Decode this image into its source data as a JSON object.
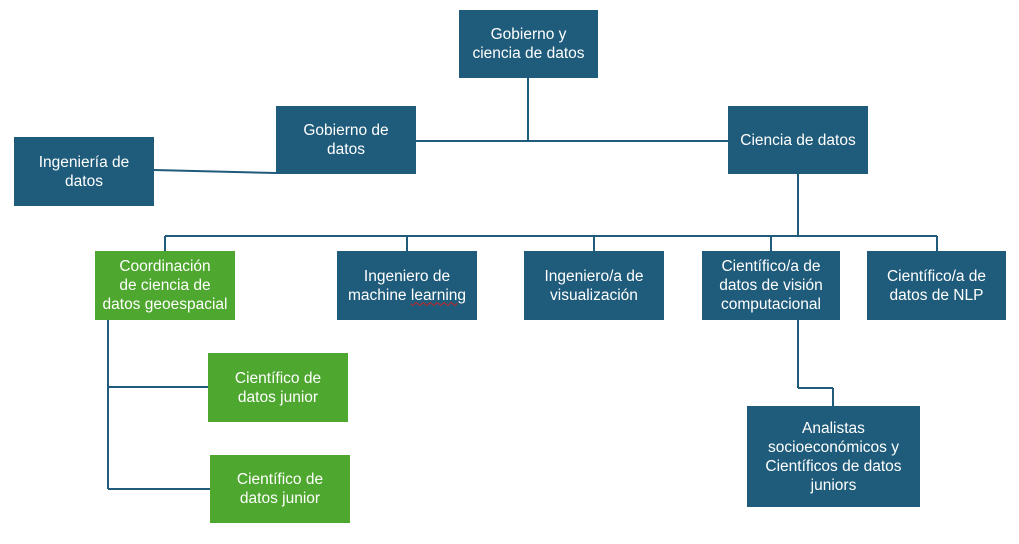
{
  "colors": {
    "blue_node": "#1f5b7a",
    "green_node": "#4ea72e",
    "connector": "#1f5b7a",
    "node_text": "#ffffff"
  },
  "nodes": {
    "root": "Gobierno y\nciencia de datos",
    "gobierno": "Gobierno de\ndatos",
    "ingenieria": "Ingeniería de\ndatos",
    "ciencia": "Ciencia de datos",
    "coordinacion": "Coordinación\nde ciencia de\ndatos  geoespacial",
    "ml_line1": "Ingeniero de",
    "ml_line2a": "machine ",
    "ml_line2b": "learning",
    "visualizacion": "Ingeniero/a de\nvisualización",
    "vision": "Científico/a de\ndatos de visión\ncomputacional",
    "nlp": "Científico/a de\ndatos de NLP",
    "junior1": "Científico de\ndatos junior",
    "junior2": "Científico de\ndatos junior",
    "analistas": "Analistas\nsocioeconómicos y\nCientíficos de datos\njuniors"
  }
}
